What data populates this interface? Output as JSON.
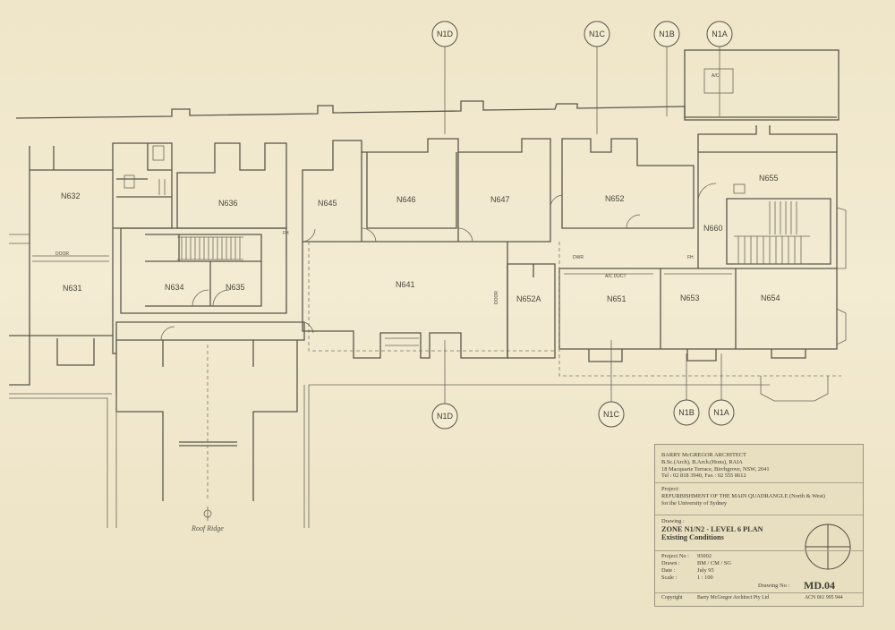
{
  "rooms": {
    "n632": "N632",
    "n636": "N636",
    "n645": "N645",
    "n646": "N646",
    "n647": "N647",
    "n652": "N652",
    "n655": "N655",
    "n660": "N660",
    "n631": "N631",
    "n634": "N634",
    "n635": "N635",
    "n641": "N641",
    "n652a": "N652A",
    "n651": "N651",
    "n653": "N653",
    "n654": "N654"
  },
  "grid_markers": {
    "top": [
      "N1D",
      "N1C",
      "N1B",
      "N1A"
    ],
    "bottom": [
      "N1D",
      "N1C",
      "N1B",
      "N1A"
    ]
  },
  "annotations": {
    "ac_top": "A/C",
    "ac_duct": "A/C DUCT",
    "door": "DOOR",
    "dwr": "DWR",
    "fh": "FH",
    "roof_ridge": "Roof Ridge"
  },
  "title_block": {
    "architect_name": "BARRY McGREGOR ARCHITECT",
    "architect_quals": "B.Sc.(Arch), B.Arch.(Hons), RAIA",
    "architect_address": "18 Macquarie Terrace, Birchgrove, NSW, 2041",
    "architect_phone": "Tel : 02 818 3940, Fax : 02 555 8612",
    "project_label": "Project:",
    "project_title": "REFURBISHMENT OF THE MAIN QUADRANGLE (North & West)",
    "project_client": "for the University of Sydney",
    "drawing_label": "Drawing :",
    "drawing_title_1": "ZONE N1/N2 - LEVEL 6 PLAN",
    "drawing_title_2": "Existing Conditions",
    "project_no_label": "Project No :",
    "project_no": "95002",
    "drawn_label": "Drawn :",
    "drawn": "BM / CM / SG",
    "date_label": "Date :",
    "date": "July 95",
    "scale_label": "Scale :",
    "scale": "1 : 100",
    "drawing_no_label": "Drawing No :",
    "drawing_no": "MD.04",
    "copyright_label": "Copyright",
    "copyright_holder": "Barry McGregor Architect Pty Ltd",
    "acn": "ACN 061 995 944"
  },
  "colors": {
    "paper": "#f1e9cf",
    "ink": "#5a564a",
    "title_block": "#e8dfc0"
  }
}
